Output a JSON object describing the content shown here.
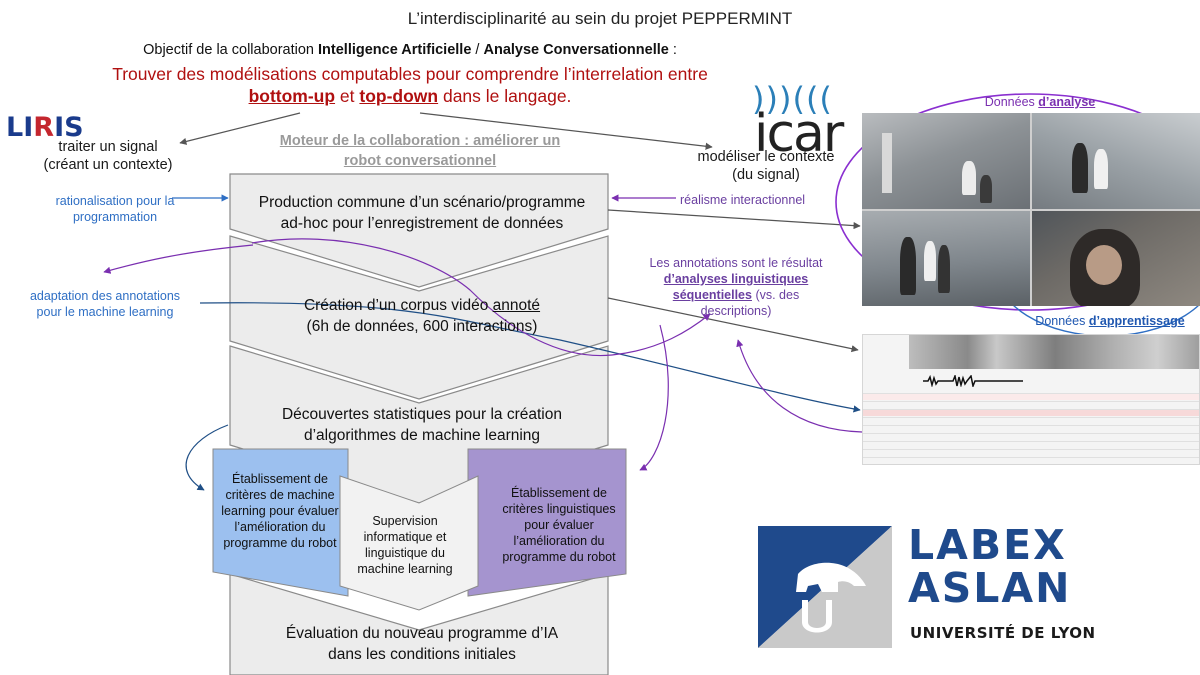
{
  "title": "L’interdisciplinarité au sein du projet PEPPERMINT",
  "objective": {
    "prefix": "Objectif de la collaboration ",
    "term_ai": "Intelligence Artificielle",
    "separator": " / ",
    "term_ca": "Analyse Conversationnelle",
    "suffix": " :"
  },
  "goal": {
    "line1": "Trouver des modélisations computables pour comprendre l’interrelation entre",
    "term_bottom_up": "bottom-up",
    "connector": " et ",
    "term_top_down": "top-down",
    "line2_suffix": " dans le langage."
  },
  "liris": {
    "logo_text": "LIRIS",
    "line1": "traiter un signal",
    "line2": "(créant un contexte)"
  },
  "icar": {
    "logo_text": "icar",
    "line1": "modéliser le contexte",
    "line2": "(du signal)"
  },
  "motor": {
    "line1": "Moteur de la collaboration : améliorer un",
    "line2": "robot conversationnel"
  },
  "steps": {
    "step1_line1": "Production commune d’un scénario/programme",
    "step1_line2": "ad-hoc pour l’enregistrement de données",
    "step2_prefix": "Création d’un corpus vidéo ",
    "step2_underlined": "annoté",
    "step2_line2": "(6h de données, 600 interactions)",
    "step3_line1": "Découvertes statistiques pour la création",
    "step3_line2": "d’algorithmes de machine learning",
    "step5_line1": "Évaluation du nouveau programme d’IA",
    "step5_line2": "dans les conditions initiales"
  },
  "boxes": {
    "left": "Établissement de critères de machine learning pour évaluer l’amélioration du programme du robot",
    "middle": "Supervision informatique et linguistique du machine learning",
    "right": "Établissement de critères linguistiques pour évaluer l’amélioration du programme du robot"
  },
  "side_labels": {
    "rationalisation_l1": "rationalisation pour la",
    "rationalisation_l2": "programmation",
    "adaptation_l1": "adaptation des annotations",
    "adaptation_l2": "pour le machine learning",
    "realisme": "réalisme interactionnel",
    "annotations_l1": "Les annotations sont le résultat",
    "annotations_bold1": "d’analyses linguistiques",
    "annotations_bold2": "séquentielles",
    "annotations_l3_suffix": " (vs. des",
    "annotations_l4": "descriptions)"
  },
  "data": {
    "analysis_prefix": "Données ",
    "analysis_term": "d’analyse",
    "learning_prefix": "Données ",
    "learning_term": "d’apprentissage"
  },
  "labex": {
    "line1": "LABEX",
    "line2": "ASLAN",
    "line3": "UNIVERSITÉ DE LYON"
  },
  "colors": {
    "goal_red": "#b01010",
    "blue_arrow": "#2f6fc4",
    "purple_arrow": "#7a2fb0",
    "box_blue": "#9cc0ef",
    "box_purple": "#a594cf",
    "chevron_gray": "#ececec",
    "labex_blue": "#1f4a8c"
  }
}
